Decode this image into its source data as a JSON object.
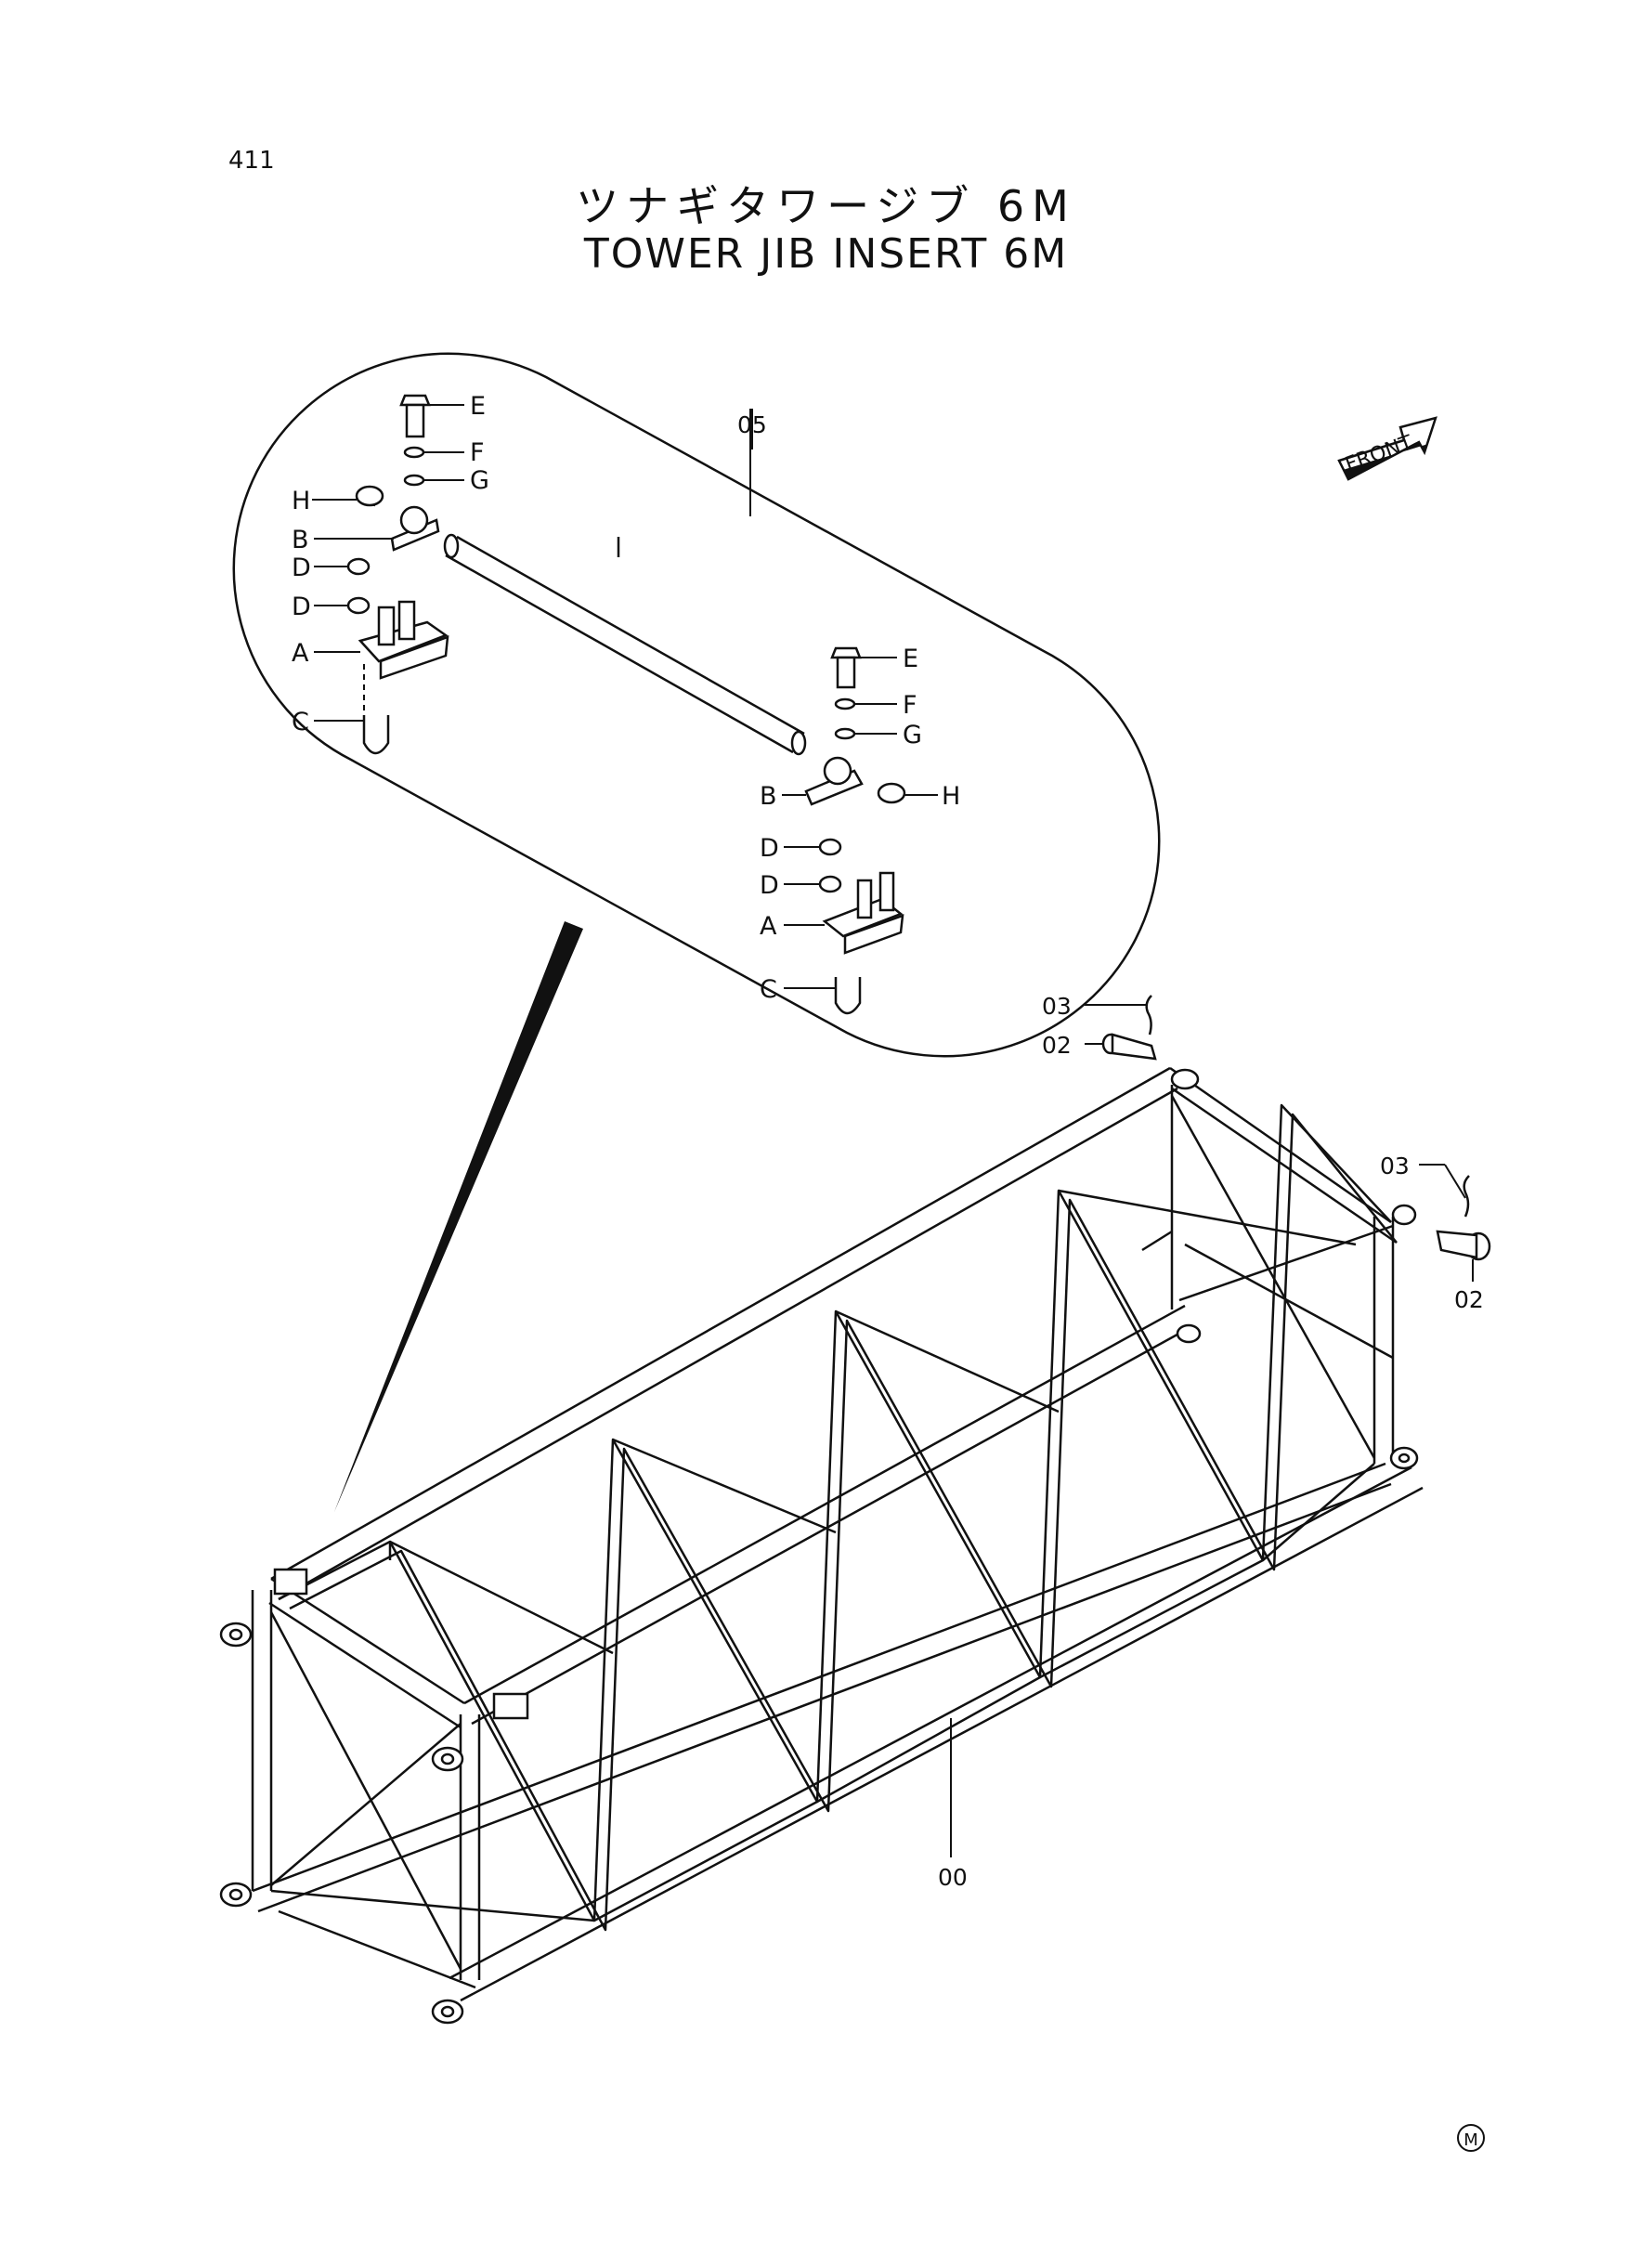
{
  "page_number": "411",
  "title_jp": "ツナギタワージブ 6M",
  "title_en": "TOWER JIB INSERT 6M",
  "front_label": "FRONT",
  "mark": "M",
  "callouts": {
    "assembly": "05",
    "frame": "00",
    "pin": "02",
    "clip": "03",
    "bracket": "A",
    "cap": "B",
    "ubolt": "C",
    "nut": "D",
    "bolt": "E",
    "spring_washer": "F",
    "washer": "G",
    "snap_ring": "H"
  }
}
